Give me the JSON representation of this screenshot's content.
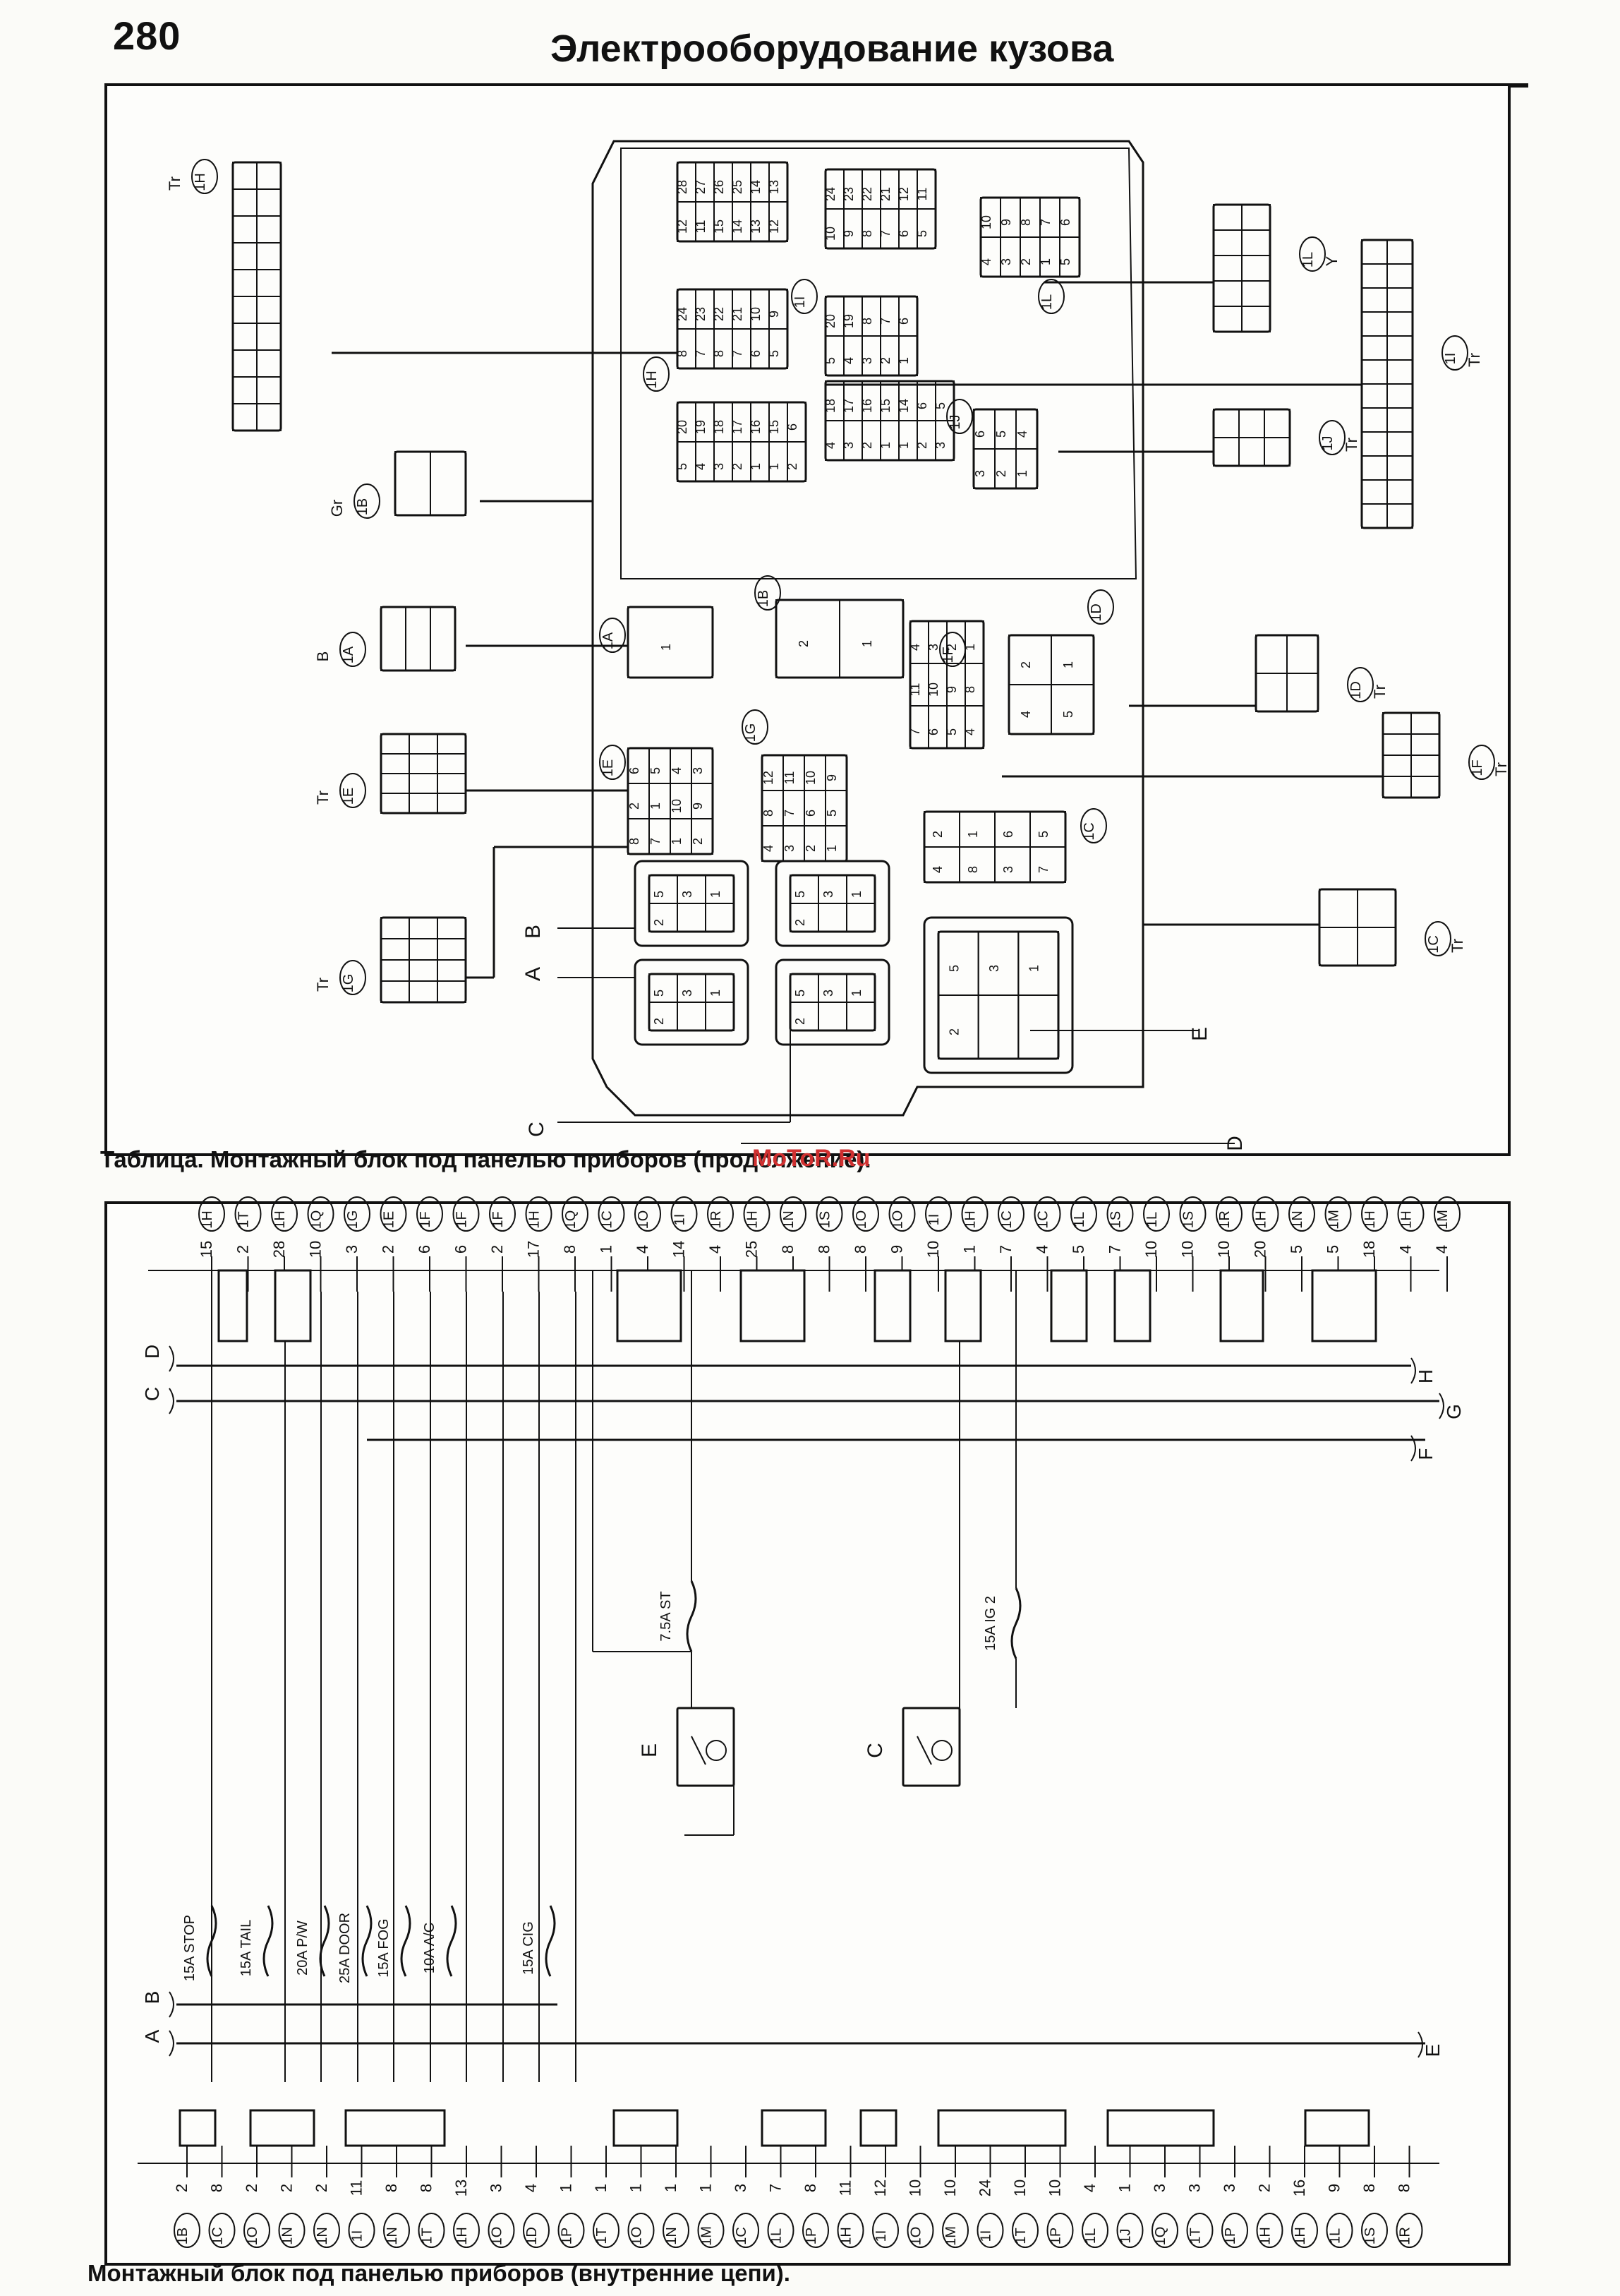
{
  "header": {
    "page_number": "280",
    "title": "Электрооборудование кузова"
  },
  "captions": {
    "top": "Таблица. Монтажный блок под панелью приборов (продолжение).",
    "bottom": "Монтажный блок под панелью приборов (внутренние цепи)."
  },
  "watermark": "MoToR.Ru",
  "connectors_top": {
    "left": [
      {
        "code": "1H",
        "color": "Tr"
      },
      {
        "code": "1B",
        "color": "Gr"
      },
      {
        "code": "1A",
        "color": "B"
      },
      {
        "code": "1E",
        "color": "Tr"
      },
      {
        "code": "1G",
        "color": "Tr"
      }
    ],
    "right": [
      {
        "code": "1L",
        "color": "Y"
      },
      {
        "code": "1I",
        "color": "Tr"
      },
      {
        "code": "1J",
        "color": "Tr"
      },
      {
        "code": "1D",
        "color": "Tr"
      },
      {
        "code": "1F",
        "color": "Tr"
      },
      {
        "code": "1C",
        "color": "Tr"
      }
    ],
    "block_labels": [
      "1H",
      "1I",
      "1L",
      "1J",
      "1A",
      "1B",
      "1D",
      "1F",
      "1E",
      "1G",
      "1C"
    ],
    "relay_letters": [
      "A",
      "B",
      "C",
      "D",
      "E"
    ]
  },
  "schematic": {
    "top_pins": [
      {
        "pin": "15",
        "conn": "1H"
      },
      {
        "pin": "2",
        "conn": "1T"
      },
      {
        "pin": "28",
        "conn": "1H"
      },
      {
        "pin": "10",
        "conn": "1Q"
      },
      {
        "pin": "3",
        "conn": "1G"
      },
      {
        "pin": "2",
        "conn": "1E"
      },
      {
        "pin": "6",
        "conn": "1F"
      },
      {
        "pin": "6",
        "conn": "1F"
      },
      {
        "pin": "2",
        "conn": "1F"
      },
      {
        "pin": "17",
        "conn": "1H"
      },
      {
        "pin": "8",
        "conn": "1Q"
      },
      {
        "pin": "1",
        "conn": "1C"
      },
      {
        "pin": "4",
        "conn": "1O"
      },
      {
        "pin": "14",
        "conn": "1I"
      },
      {
        "pin": "4",
        "conn": "1R"
      },
      {
        "pin": "25",
        "conn": "1H"
      },
      {
        "pin": "8",
        "conn": "1N"
      },
      {
        "pin": "8",
        "conn": "1S"
      },
      {
        "pin": "8",
        "conn": "1O"
      },
      {
        "pin": "9",
        "conn": "1O"
      },
      {
        "pin": "10",
        "conn": "1I"
      },
      {
        "pin": "1",
        "conn": "1H"
      },
      {
        "pin": "7",
        "conn": "1C"
      },
      {
        "pin": "4",
        "conn": "1C"
      },
      {
        "pin": "5",
        "conn": "1L"
      },
      {
        "pin": "7",
        "conn": "1S"
      },
      {
        "pin": "10",
        "conn": "1L"
      },
      {
        "pin": "10",
        "conn": "1S"
      },
      {
        "pin": "10",
        "conn": "1R"
      },
      {
        "pin": "20",
        "conn": "1H"
      },
      {
        "pin": "5",
        "conn": "1N"
      },
      {
        "pin": "5",
        "conn": "1M"
      },
      {
        "pin": "18",
        "conn": "1H"
      },
      {
        "pin": "4",
        "conn": "1H"
      },
      {
        "pin": "4",
        "conn": "1M"
      }
    ],
    "bottom_pins": [
      {
        "pin": "2",
        "conn": "1B"
      },
      {
        "pin": "8",
        "conn": "1C"
      },
      {
        "pin": "2",
        "conn": "1O"
      },
      {
        "pin": "2",
        "conn": "1N"
      },
      {
        "pin": "2",
        "conn": "1N"
      },
      {
        "pin": "11",
        "conn": "1I"
      },
      {
        "pin": "8",
        "conn": "1N"
      },
      {
        "pin": "8",
        "conn": "1T"
      },
      {
        "pin": "13",
        "conn": "1H"
      },
      {
        "pin": "3",
        "conn": "1O"
      },
      {
        "pin": "4",
        "conn": "1D"
      },
      {
        "pin": "1",
        "conn": "1P"
      },
      {
        "pin": "1",
        "conn": "1T"
      },
      {
        "pin": "1",
        "conn": "1O"
      },
      {
        "pin": "1",
        "conn": "1N"
      },
      {
        "pin": "1",
        "conn": "1M"
      },
      {
        "pin": "3",
        "conn": "1C"
      },
      {
        "pin": "7",
        "conn": "1L"
      },
      {
        "pin": "8",
        "conn": "1P"
      },
      {
        "pin": "11",
        "conn": "1H"
      },
      {
        "pin": "12",
        "conn": "1I"
      },
      {
        "pin": "10",
        "conn": "1O"
      },
      {
        "pin": "10",
        "conn": "1M"
      },
      {
        "pin": "24",
        "conn": "1I"
      },
      {
        "pin": "10",
        "conn": "1T"
      },
      {
        "pin": "10",
        "conn": "1P"
      },
      {
        "pin": "4",
        "conn": "1L"
      },
      {
        "pin": "1",
        "conn": "1J"
      },
      {
        "pin": "3",
        "conn": "1Q"
      },
      {
        "pin": "3",
        "conn": "1T"
      },
      {
        "pin": "3",
        "conn": "1P"
      },
      {
        "pin": "2",
        "conn": "1H"
      },
      {
        "pin": "16",
        "conn": "1H"
      },
      {
        "pin": "9",
        "conn": "1L"
      },
      {
        "pin": "8",
        "conn": "1S"
      },
      {
        "pin": "8",
        "conn": "1R"
      }
    ],
    "fuses": [
      {
        "label": "15A STOP"
      },
      {
        "label": "15A TAIL"
      },
      {
        "label": "20A P/W"
      },
      {
        "label": "25A DOOR"
      },
      {
        "label": "15A FOG"
      },
      {
        "label": "10A A/C"
      },
      {
        "label": "15A CIG"
      },
      {
        "label": "7.5A ST"
      },
      {
        "label": "15A IG 2"
      }
    ],
    "bus_letters_left": [
      "D",
      "C",
      "B",
      "A"
    ],
    "bus_letters_right": [
      "H",
      "G",
      "F",
      "E"
    ],
    "relays": [
      {
        "letter": "E"
      },
      {
        "letter": "C"
      }
    ]
  }
}
